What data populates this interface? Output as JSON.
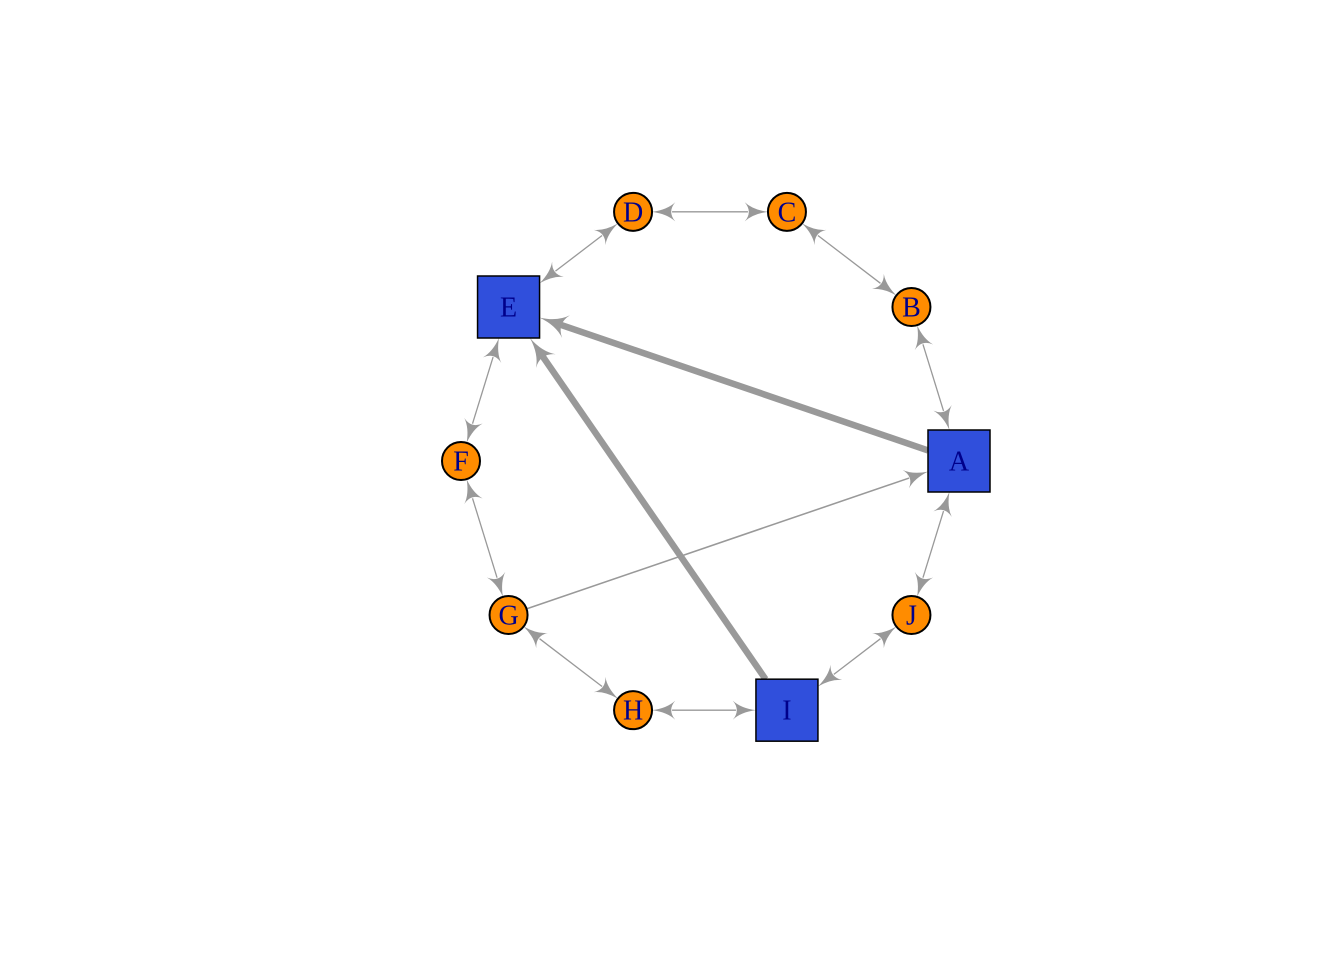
{
  "colors": {
    "circle_fill": "#FF8C00",
    "square_fill": "#304FDC",
    "label": "#00008B",
    "edge": "#999999",
    "border": "#000000"
  },
  "nodes": [
    {
      "id": "A",
      "shape": "square"
    },
    {
      "id": "B",
      "shape": "circle"
    },
    {
      "id": "C",
      "shape": "circle"
    },
    {
      "id": "D",
      "shape": "circle"
    },
    {
      "id": "E",
      "shape": "square"
    },
    {
      "id": "F",
      "shape": "circle"
    },
    {
      "id": "G",
      "shape": "circle"
    },
    {
      "id": "H",
      "shape": "circle"
    },
    {
      "id": "I",
      "shape": "square"
    },
    {
      "id": "J",
      "shape": "circle"
    }
  ],
  "edges": [
    {
      "from": "A",
      "to": "B",
      "weight": 1,
      "bidirectional": true
    },
    {
      "from": "B",
      "to": "C",
      "weight": 1,
      "bidirectional": true
    },
    {
      "from": "C",
      "to": "D",
      "weight": 1,
      "bidirectional": true
    },
    {
      "from": "D",
      "to": "E",
      "weight": 1,
      "bidirectional": true
    },
    {
      "from": "E",
      "to": "F",
      "weight": 1,
      "bidirectional": true
    },
    {
      "from": "F",
      "to": "G",
      "weight": 1,
      "bidirectional": true
    },
    {
      "from": "G",
      "to": "H",
      "weight": 1,
      "bidirectional": true
    },
    {
      "from": "H",
      "to": "I",
      "weight": 1,
      "bidirectional": true
    },
    {
      "from": "I",
      "to": "J",
      "weight": 1,
      "bidirectional": true
    },
    {
      "from": "J",
      "to": "A",
      "weight": 1,
      "bidirectional": true
    },
    {
      "from": "A",
      "to": "E",
      "weight": 5,
      "bidirectional": false
    },
    {
      "from": "I",
      "to": "E",
      "weight": 5,
      "bidirectional": false
    },
    {
      "from": "G",
      "to": "A",
      "weight": 1.2,
      "bidirectional": false
    }
  ]
}
